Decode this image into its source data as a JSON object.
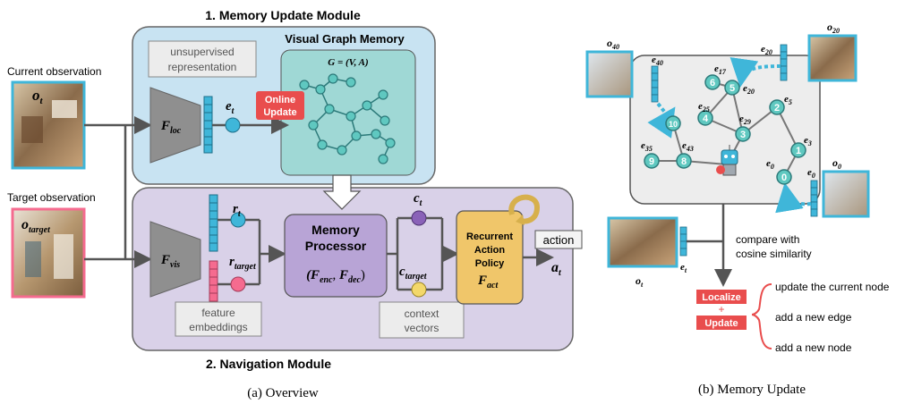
{
  "overview": {
    "memory_update_module_title": "1. Memory Update Module",
    "navigation_module_title": "2. Navigation Module",
    "visual_graph_memory_title": "Visual Graph Memory",
    "graph_formula": "G = (V, A)",
    "unsupervised_line1": "unsupervised",
    "unsupervised_line2": "representation",
    "current_observation_label": "Current observation",
    "current_observation_symbol": "o",
    "current_observation_sub": "t",
    "target_observation_label": "Target observation",
    "target_observation_symbol": "o",
    "target_observation_sub": "target",
    "f_loc": "F",
    "f_loc_sub": "loc",
    "f_vis": "F",
    "f_vis_sub": "vis",
    "e_t": "e",
    "e_t_sub": "t",
    "online_update_line1": "Online",
    "online_update_line2": "Update",
    "r_t": "r",
    "r_t_sub": "t",
    "r_target": "r",
    "r_target_sub": "target",
    "memory_processor_line1": "Memory",
    "memory_processor_line2": "Processor",
    "memory_processor_formula": "(F",
    "memory_processor_enc": "enc",
    "memory_processor_dec": "dec",
    "c_t": "c",
    "c_t_sub": "t",
    "c_target": "c",
    "c_target_sub": "target",
    "policy_line1": "Recurrent",
    "policy_line2": "Action",
    "policy_line3": "Policy",
    "f_act": "F",
    "f_act_sub": "act",
    "action_label": "action",
    "a_t": "a",
    "a_t_sub": "t",
    "feature_embeddings_line1": "feature",
    "feature_embeddings_line2": "embeddings",
    "context_vectors_line1": "context",
    "context_vectors_line2": "vectors",
    "caption": "(a) Overview"
  },
  "memory_update": {
    "o40": "o",
    "o40_sub": "40",
    "o20": "o",
    "o20_sub": "20",
    "o0": "o",
    "o0_sub": "0",
    "ot": "o",
    "ot_sub": "t",
    "e40": "e",
    "e40_sub": "40",
    "e20": "e",
    "e20_sub": "20",
    "e0": "e",
    "e0_sub": "0",
    "et": "e",
    "et_sub": "t",
    "nodes": [
      "6",
      "5",
      "4",
      "2",
      "3",
      "10",
      "1",
      "8",
      "9",
      "0"
    ],
    "edge_labels": [
      {
        "t": "e",
        "s": "17"
      },
      {
        "t": "e",
        "s": "20"
      },
      {
        "t": "e",
        "s": "25"
      },
      {
        "t": "e",
        "s": "5"
      },
      {
        "t": "e",
        "s": "29"
      },
      {
        "t": "e",
        "s": "3"
      },
      {
        "t": "e",
        "s": "35"
      },
      {
        "t": "e",
        "s": "43"
      },
      {
        "t": "e",
        "s": "0"
      }
    ],
    "compare_line1": "compare with",
    "compare_line2": "cosine similarity",
    "localize": "Localize",
    "plus": "+",
    "update": "Update",
    "options": [
      "update the current node",
      "add a new edge",
      "add a new node"
    ],
    "caption": "(b) Memory Update"
  },
  "colors": {
    "memory_bg": "#c8e3f2",
    "nav_bg": "#d9d1e8",
    "graph_bg": "#9fd8d5",
    "cyan": "#3fb6d9",
    "pink": "#f56b8f",
    "purple": "#8a62b8",
    "yellow": "#f3d86a",
    "policy_bg": "#f0c66a",
    "processor_bg": "#b8a4d6",
    "red": "#e94d4d",
    "node_fill": "#5fc8c0"
  }
}
